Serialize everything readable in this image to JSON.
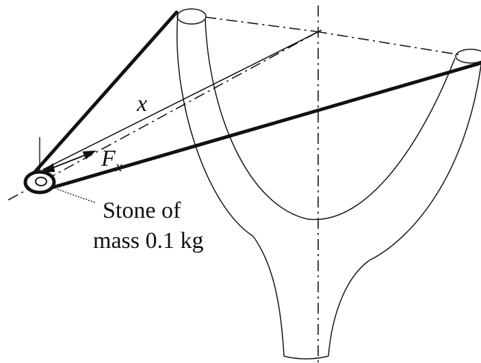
{
  "labels": {
    "x_symbol": "x",
    "force_symbol": "F",
    "force_subscript": "x",
    "stone_line1": "Stone of",
    "stone_line2": "mass 0.1 kg"
  },
  "colors": {
    "ink": "#111111",
    "background": "#ffffff"
  }
}
